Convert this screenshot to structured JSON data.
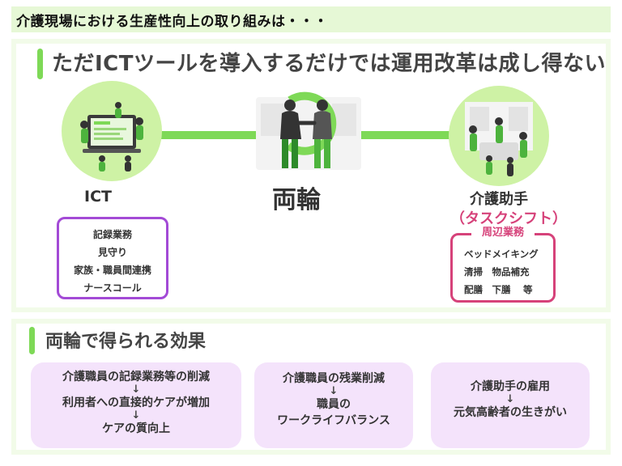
{
  "header": {
    "title": "介護現場における生産性向上の取り組みは・・・"
  },
  "section1": {
    "title": "ただICTツールを導入するだけでは運用改革は成し得ない"
  },
  "left": {
    "label": "ICT",
    "items": [
      "記録業務",
      "見守り",
      "家族・職員間連携",
      "ナースコール"
    ]
  },
  "center": {
    "label": "両輪"
  },
  "right": {
    "label": "介護助手",
    "sublabel": "（タスクシフト）",
    "box_title": "周辺業務",
    "items": [
      "ベッドメイキング",
      "清掃　物品補充",
      "配膳　下膳　 等"
    ]
  },
  "section2": {
    "title": "両輪で得られる効果"
  },
  "effects": [
    {
      "lines": [
        "介護職員の記録業務等の削減",
        "利用者への直接的ケアが増加",
        "ケアの質向上"
      ]
    },
    {
      "lines": [
        "介護職員の残業削減",
        "職員の",
        "ワークライフバランス"
      ]
    },
    {
      "lines": [
        "介護助手の雇用",
        "元気高齢者の生きがい"
      ]
    }
  ],
  "arrow_symbol": "↓",
  "colors": {
    "accent_green": "#7ed957",
    "light_green": "#cef2a5",
    "purple": "#a34ad6",
    "pink": "#d6427a",
    "effect_bg": "#f4e3fb"
  },
  "icons": [
    "ict-illustration",
    "handshake-illustration",
    "care-aide-illustration"
  ]
}
